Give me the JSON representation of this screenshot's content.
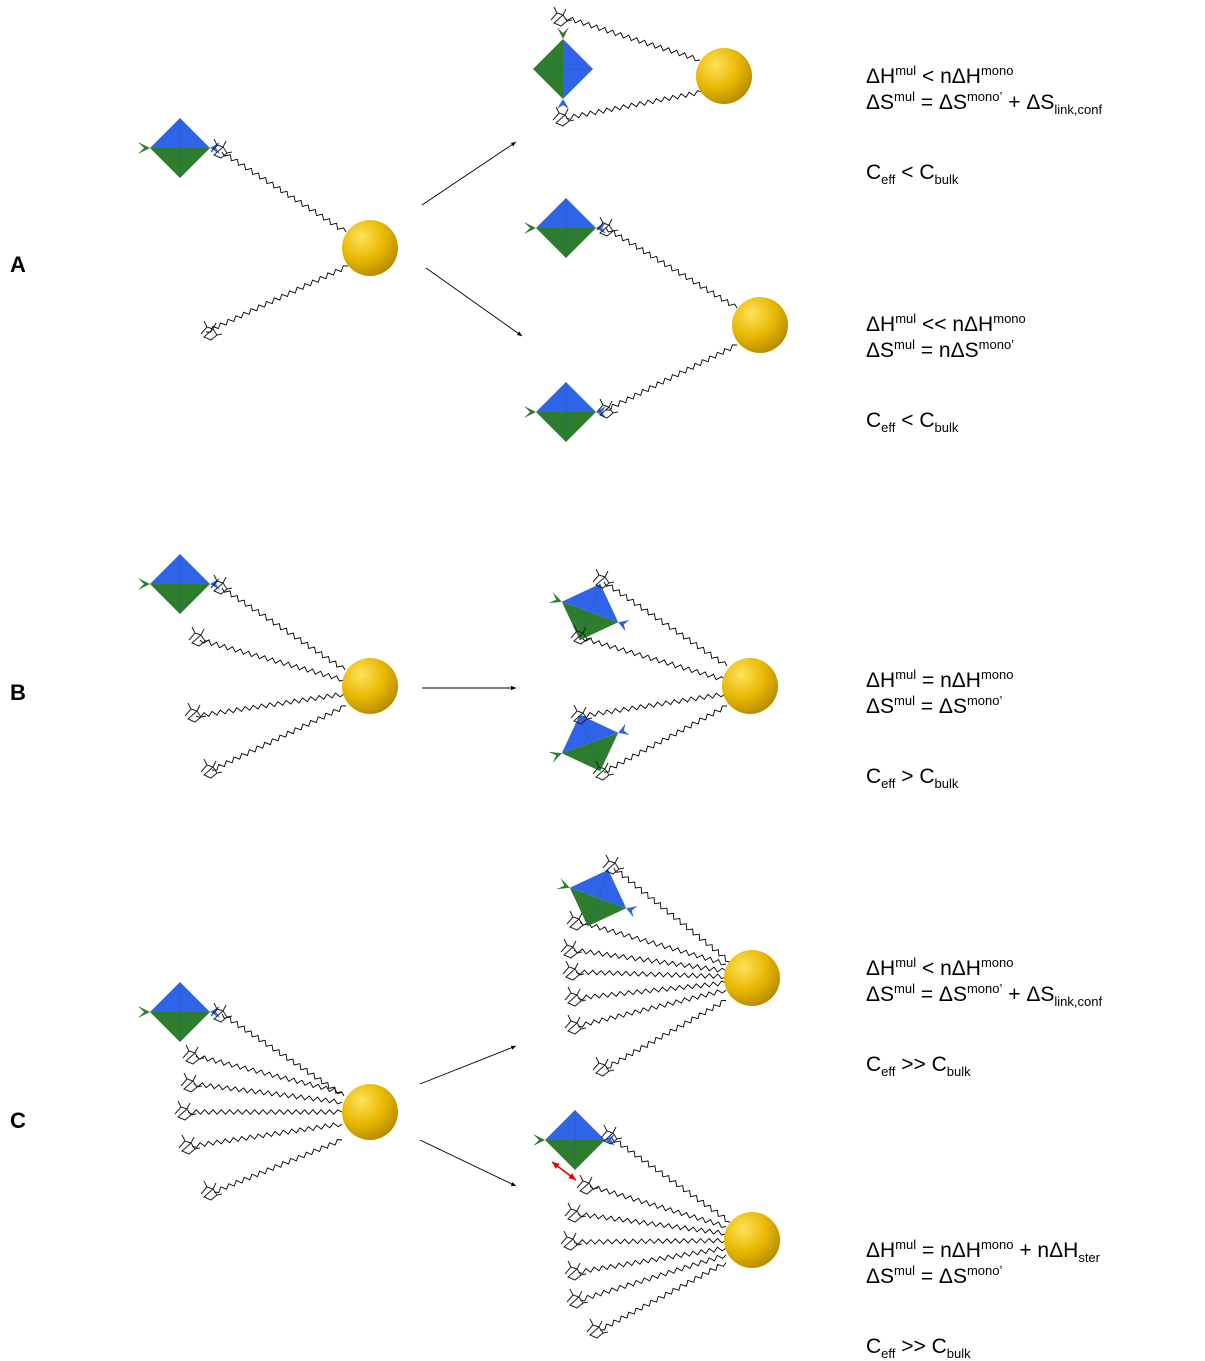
{
  "panels": [
    {
      "label": "A",
      "equations": [
        {
          "lines": [
            [
              {
                "t": "ΔH"
              },
              {
                "sup": "mul"
              },
              {
                "t": " < nΔH"
              },
              {
                "sup": "mono"
              }
            ],
            [
              {
                "t": "ΔS"
              },
              {
                "sup": "mul"
              },
              {
                "t": " = ΔS"
              },
              {
                "sup": "mono’"
              },
              {
                "t": " + ΔS"
              },
              {
                "sub": "link,conf"
              }
            ]
          ],
          "ceff": [
            {
              "t": "C"
            },
            {
              "sub": "eff"
            },
            {
              "t": " < C"
            },
            {
              "sub": "bulk"
            }
          ]
        },
        {
          "lines": [
            [
              {
                "t": "ΔH"
              },
              {
                "sup": "mul"
              },
              {
                "t": " << nΔH"
              },
              {
                "sup": "mono"
              }
            ],
            [
              {
                "t": "ΔS"
              },
              {
                "sup": "mul"
              },
              {
                "t": " = nΔS"
              },
              {
                "sup": "mono’"
              }
            ]
          ],
          "ceff": [
            {
              "t": "C"
            },
            {
              "sub": "eff"
            },
            {
              "t": " < C"
            },
            {
              "sub": "bulk"
            }
          ]
        }
      ]
    },
    {
      "label": "B",
      "equations": [
        {
          "lines": [
            [
              {
                "t": "ΔH"
              },
              {
                "sup": "mul"
              },
              {
                "t": " = nΔH"
              },
              {
                "sup": "mono"
              }
            ],
            [
              {
                "t": "ΔS"
              },
              {
                "sup": "mul"
              },
              {
                "t": " = ΔS"
              },
              {
                "sup": "mono’"
              }
            ]
          ],
          "ceff": [
            {
              "t": "C"
            },
            {
              "sub": "eff"
            },
            {
              "t": " > C"
            },
            {
              "sub": "bulk"
            }
          ]
        }
      ]
    },
    {
      "label": "C",
      "equations": [
        {
          "lines": [
            [
              {
                "t": "ΔH"
              },
              {
                "sup": "mul"
              },
              {
                "t": " < nΔH"
              },
              {
                "sup": "mono"
              }
            ],
            [
              {
                "t": "ΔS"
              },
              {
                "sup": "mul"
              },
              {
                "t": " = ΔS"
              },
              {
                "sup": "mono’"
              },
              {
                "t": " + ΔS"
              },
              {
                "sub": "link,conf"
              }
            ]
          ],
          "ceff": [
            {
              "t": "C"
            },
            {
              "sub": "eff"
            },
            {
              "t": " >> C"
            },
            {
              "sub": "bulk"
            }
          ]
        },
        {
          "lines": [
            [
              {
                "t": "ΔH"
              },
              {
                "sup": "mul"
              },
              {
                "t": " = nΔH"
              },
              {
                "sup": "mono"
              },
              {
                "t": " + nΔH"
              },
              {
                "sub": "ster"
              }
            ],
            [
              {
                "t": "ΔS"
              },
              {
                "sup": "mul"
              },
              {
                "t": " = ΔS"
              },
              {
                "sup": "mono’"
              }
            ]
          ],
          "ceff": [
            {
              "t": "C"
            },
            {
              "sub": "eff"
            },
            {
              "t": " >> C"
            },
            {
              "sub": "bulk"
            }
          ]
        }
      ]
    }
  ],
  "colors": {
    "core": "#e8b800",
    "core_light": "#ffe25a",
    "core_dark": "#b48a00",
    "receptor_top": "#2f63e8",
    "receptor_bottom": "#2e7d2e",
    "linker": "#000000",
    "steric_arrow": "#e00000",
    "arrow": "#000000"
  }
}
